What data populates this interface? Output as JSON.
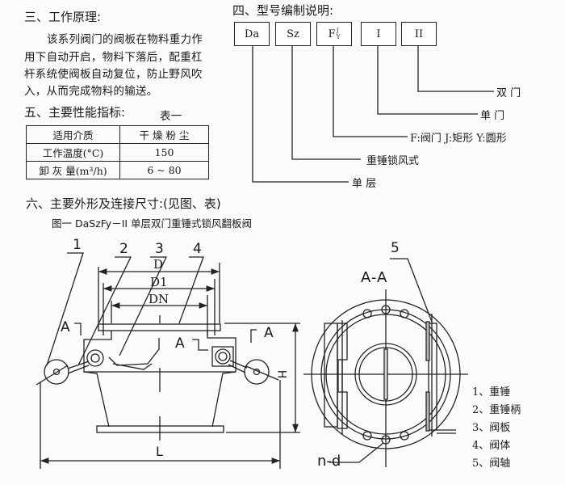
{
  "section3": {
    "title": "三、工作原理:",
    "lines": [
      "该系列阀门的阀板在物料重力作",
      "用下自动开启，物料下落后，配重杠",
      "杆系统使阀板自动复位，防止野风吹",
      "入，从而完成物料的输送。"
    ]
  },
  "section5": {
    "title": "五、主要性能指标:",
    "table_caption": "表一",
    "rows": [
      [
        "适用介质",
        "干 燥 粉 尘"
      ],
      [
        "工作温度(°C)",
        "150"
      ],
      [
        "卸 灰 量(m³/h)",
        "6 ~ 80"
      ]
    ]
  },
  "section4": {
    "title": "四、型号编制说明:",
    "codes": [
      "Da",
      "Sz",
      "F",
      "I",
      "II"
    ],
    "f_sup": "J",
    "f_sub": "Y",
    "meanings": [
      "单 层",
      "重锤锁风式",
      "F:阀门 J:矩形 Y:圆形",
      "单 门",
      "双 门"
    ]
  },
  "section6": {
    "title": "六、主要外形及连接尺寸:(见图、表)",
    "figure_caption": "图一   DaSzFy－II  单层双门重锤式锁风翻板阀"
  },
  "drawing": {
    "part_numbers": [
      "1",
      "2",
      "3",
      "4",
      "5"
    ],
    "dims": {
      "D": "D",
      "D1": "D1",
      "DN": "DN",
      "L": "L",
      "H": "H",
      "nd": "n-d"
    },
    "section_mark": "A",
    "section_label": "A-A",
    "legend": [
      "1、重锤",
      "2、重锤柄",
      "3、阀板",
      "4、阀体",
      "5、阀轴"
    ]
  }
}
